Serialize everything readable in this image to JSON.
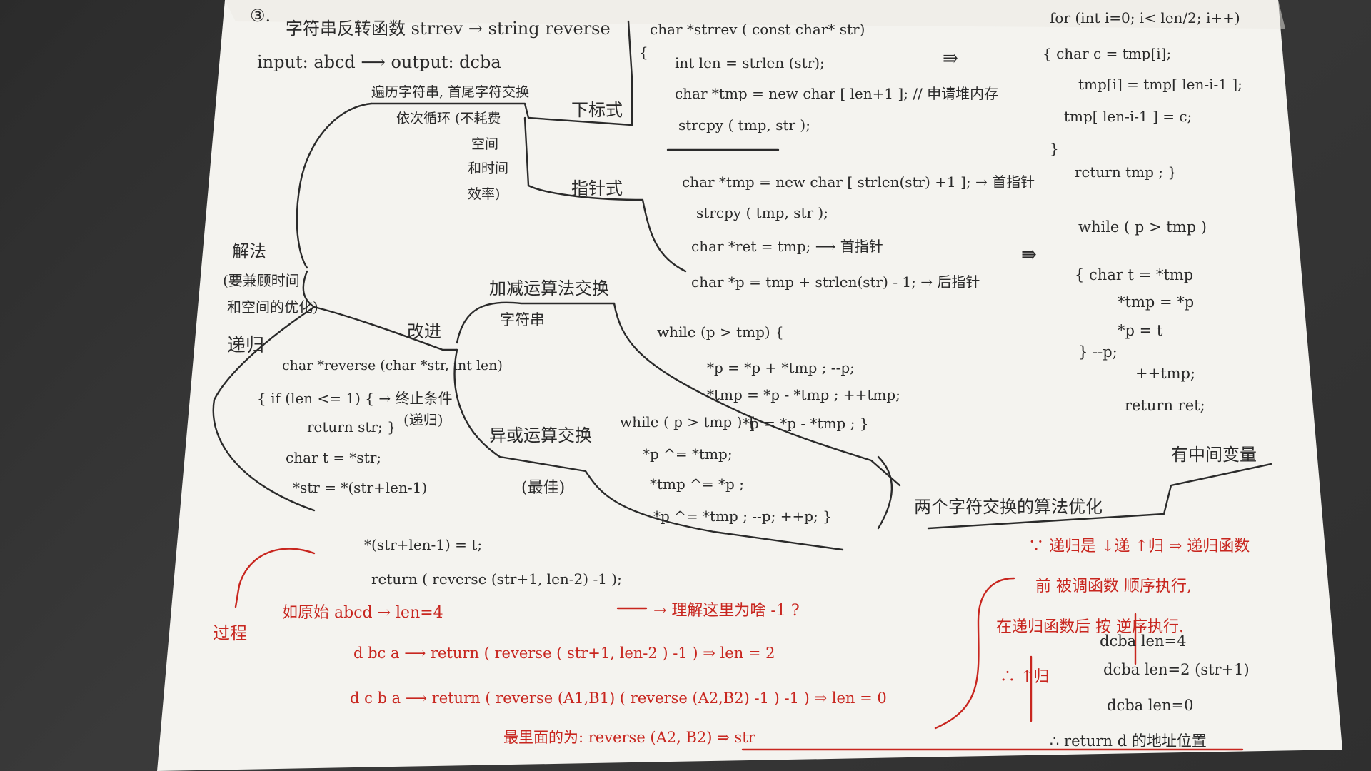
{
  "title": {
    "num": "③.",
    "text": "字符串反转函数 strrev → string reverse"
  },
  "io": "input: abcd  ⟶  output: dcba",
  "top": {
    "l1": "遍历字符串, 首尾字符交换",
    "l2": "依次循环 (不耗费",
    "l3": "空间",
    "l4": "和时间",
    "l5": "效率)",
    "subscript_branch": "下标式",
    "pointer_branch": "指针式"
  },
  "code_sub": [
    "char *strrev ( const char* str)",
    "{",
    "int len = strlen (str);",
    "char *tmp = new char [ len+1 ];  // 申请堆内存",
    "strcpy ( tmp, str );"
  ],
  "code_loop": [
    "for (int i=0; i< len/2; i++)",
    "{  char c = tmp[i];",
    "tmp[i] = tmp[ len-i-1 ];",
    "tmp[ len-i-1 ] = c;",
    "}",
    "return  tmp ;  }"
  ],
  "code_ptr": [
    "char *tmp = new char [ strlen(str) +1 ];  → 首指针",
    "strcpy ( tmp, str );",
    "char *ret = tmp;  ⟶ 首指针",
    "char *p = tmp + strlen(str) - 1;  → 后指针"
  ],
  "code_ptr_loop": [
    "while ( p > tmp )",
    "{    char t = *tmp",
    "*tmp = *p",
    "*p   = t",
    "}    --p;",
    "++tmp;",
    "return  ret;"
  ],
  "methods": {
    "label": "解法",
    "note1": "(要兼顾时间",
    "note2": "和空间的优化)",
    "recursive": "递归",
    "improve": "改进",
    "add_sub": "加减运算法交换",
    "string": "字符串",
    "xor": "异或运算交换",
    "best": "(最佳)"
  },
  "code_add": [
    "while (p > tmp) {",
    "*p = *p + *tmp ;   --p;",
    "*tmp = *p - *tmp ;   ++tmp;",
    "*p = *p - *tmp ; }"
  ],
  "code_xor": [
    "while ( p > tmp ) {",
    "*p ^= *tmp;",
    "*tmp ^= *p ;",
    "*p ^= *tmp ; --p; ++p; }"
  ],
  "code_rec": [
    "char *reverse (char *str, int len)",
    "{  if (len <= 1) { → 终止条件",
    "(递归)",
    "return str; }",
    "char t = *str;",
    "*str = *(str+len-1)",
    "*(str+len-1) = t;",
    "return ( reverse (str+1, len-2) -1 );"
  ],
  "swap_opt": {
    "title": "两个字符交换的算法优化",
    "tag": "有中间变量"
  },
  "red_notes": {
    "q": "→ 理解这里为啥 -1 ?",
    "process": "过程",
    "example": "如原始 abcd  → len=4",
    "s1": "d bc a  ⟶ return ( reverse ( str+1, len-2 ) -1 ) ⇒ len = 2",
    "s2": "d c b a  ⟶ return ( reverse (A1,B1) ( reverse (A2,B2) -1 ) -1 )  ⇒ len = 0",
    "s3": "最里面的为: reverse (A2, B2) ⇒ str",
    "r1": "∵ 递归是 ↓递 ↑归 ⇒ 递归函数",
    "r2": "前 被调函数 顺序执行,",
    "r3": "在递归函数后 按 逆序执行.",
    "r4": "dcba   len=4",
    "r5": "dcba   len=2  (str+1)",
    "r6": "dcba   len=0",
    "r7": "∴ return d 的地址位置",
    "up": "∴ ↑归"
  }
}
